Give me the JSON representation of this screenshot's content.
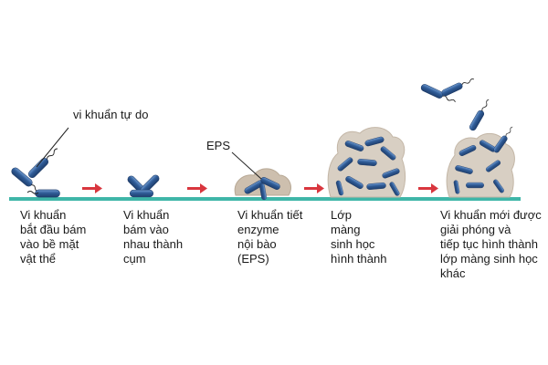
{
  "annotations": {
    "free_bacteria": "vi khuẩn tự do",
    "eps": "EPS"
  },
  "stages": [
    {
      "label": "Vi khuẩn\nbắt đầu bám\nvào bề mặt\nvật thể"
    },
    {
      "label": "Vi khuẩn\nbám vào\nnhau thành\ncụm"
    },
    {
      "label": "Vi khuẩn tiết\nenzyme\nnội bào\n(EPS)"
    },
    {
      "label": "Lớp\nmàng\nsinh học\nhình thành"
    },
    {
      "label": "Vi khuẩn mới được\ngiải phóng và\ntiếp tục hình thành\nlớp màng sinh học\nkhác"
    }
  ],
  "colors": {
    "surface": "#3fb6a8",
    "arrow": "#d9363e",
    "bacteria": "#2f5b96",
    "bacteria_highlight": "#6f9ad0",
    "eps_matrix": "#cdbfae",
    "biofilm_matrix": "#d8cfc3"
  },
  "icons": {
    "bacterium": "rod-bacterium-icon",
    "arrow": "right-arrow-icon"
  }
}
